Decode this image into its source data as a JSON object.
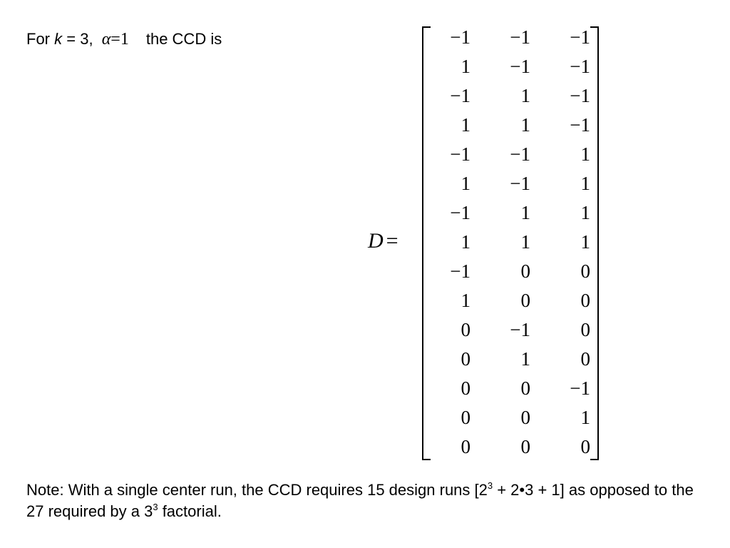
{
  "intro": {
    "for": "For",
    "k": "k",
    "k_value": "= 3,",
    "alpha": "α",
    "alpha_value": "=1",
    "suffix": "the CCD is"
  },
  "equation": {
    "lhs": "D",
    "eq": "="
  },
  "matrix": {
    "rows": [
      [
        "−1",
        "−1",
        "−1"
      ],
      [
        "1",
        "−1",
        "−1"
      ],
      [
        "−1",
        "1",
        "−1"
      ],
      [
        "1",
        "1",
        "−1"
      ],
      [
        "−1",
        "−1",
        "1"
      ],
      [
        "1",
        "−1",
        "1"
      ],
      [
        "−1",
        "1",
        "1"
      ],
      [
        "1",
        "1",
        "1"
      ],
      [
        "−1",
        "0",
        "0"
      ],
      [
        "1",
        "0",
        "0"
      ],
      [
        "0",
        "−1",
        "0"
      ],
      [
        "0",
        "1",
        "0"
      ],
      [
        "0",
        "0",
        "−1"
      ],
      [
        "0",
        "0",
        "1"
      ],
      [
        "0",
        "0",
        "0"
      ]
    ]
  },
  "note": {
    "part1": "Note: With a single center run, the CCD requires 15 design runs [2",
    "exp1": "3",
    "part2": " + 2•3 + 1] as opposed to the 27 required by a 3",
    "exp2": "3",
    "part3": " factorial."
  }
}
